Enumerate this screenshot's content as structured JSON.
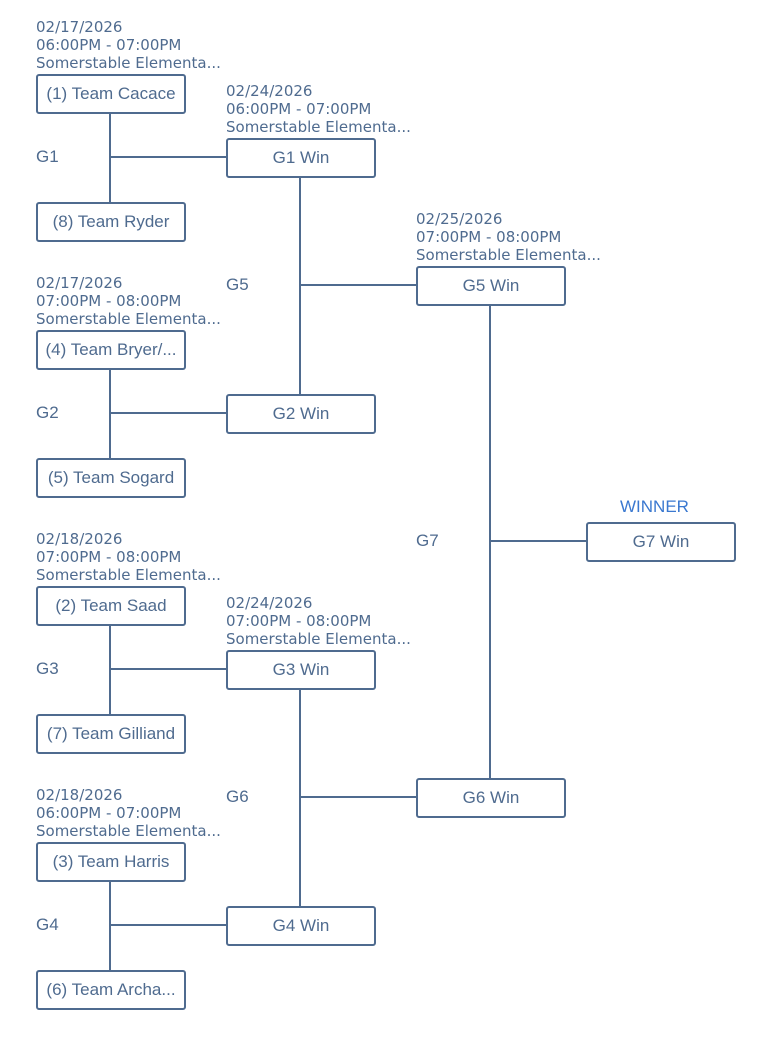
{
  "winner_label": "WINNER",
  "colors": {
    "line": "#4f6b8f",
    "winner": "#3a78d0"
  },
  "round1": [
    {
      "game": "G1",
      "date": "02/17/2026",
      "time": "06:00PM - 07:00PM",
      "location": "Somerstable Elementa...",
      "top": "(1) Team Cacace",
      "bottom": "(8) Team Ryder"
    },
    {
      "game": "G2",
      "date": "02/17/2026",
      "time": "07:00PM - 08:00PM",
      "location": "Somerstable Elementa...",
      "top": "(4) Team Bryer/...",
      "bottom": "(5) Team Sogard"
    },
    {
      "game": "G3",
      "date": "02/18/2026",
      "time": "07:00PM - 08:00PM",
      "location": "Somerstable Elementa...",
      "top": "(2) Team Saad",
      "bottom": "(7) Team Gilliand"
    },
    {
      "game": "G4",
      "date": "02/18/2026",
      "time": "06:00PM - 07:00PM",
      "location": "Somerstable Elementa...",
      "top": "(3) Team Harris",
      "bottom": "(6) Team Archa..."
    }
  ],
  "round2": [
    {
      "game": "G5",
      "date": "02/24/2026",
      "time": "06:00PM - 07:00PM",
      "location": "Somerstable Elementa...",
      "top": "G1 Win",
      "bottom": "G2 Win"
    },
    {
      "game": "G6",
      "date": "02/24/2026",
      "time": "07:00PM - 08:00PM",
      "location": "Somerstable Elementa...",
      "top": "G3 Win",
      "bottom": "G4 Win"
    }
  ],
  "round3": [
    {
      "game": "G7",
      "date": "02/25/2026",
      "time": "07:00PM - 08:00PM",
      "location": "Somerstable Elementa...",
      "top": "G5 Win",
      "bottom": "G6 Win"
    }
  ],
  "final": {
    "label": "G7 Win"
  }
}
